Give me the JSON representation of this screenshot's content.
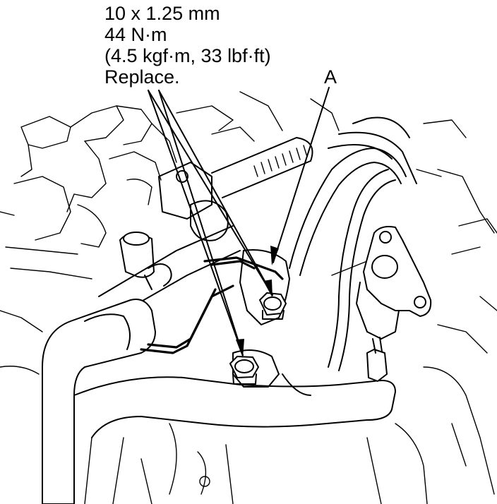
{
  "spec": {
    "size": "10 x 1.25 mm",
    "torque_nm": "44 N·m",
    "torque_alt": "(4.5 kgf·m, 33 lbf·ft)",
    "note": "Replace."
  },
  "callout": {
    "label": "A"
  }
}
